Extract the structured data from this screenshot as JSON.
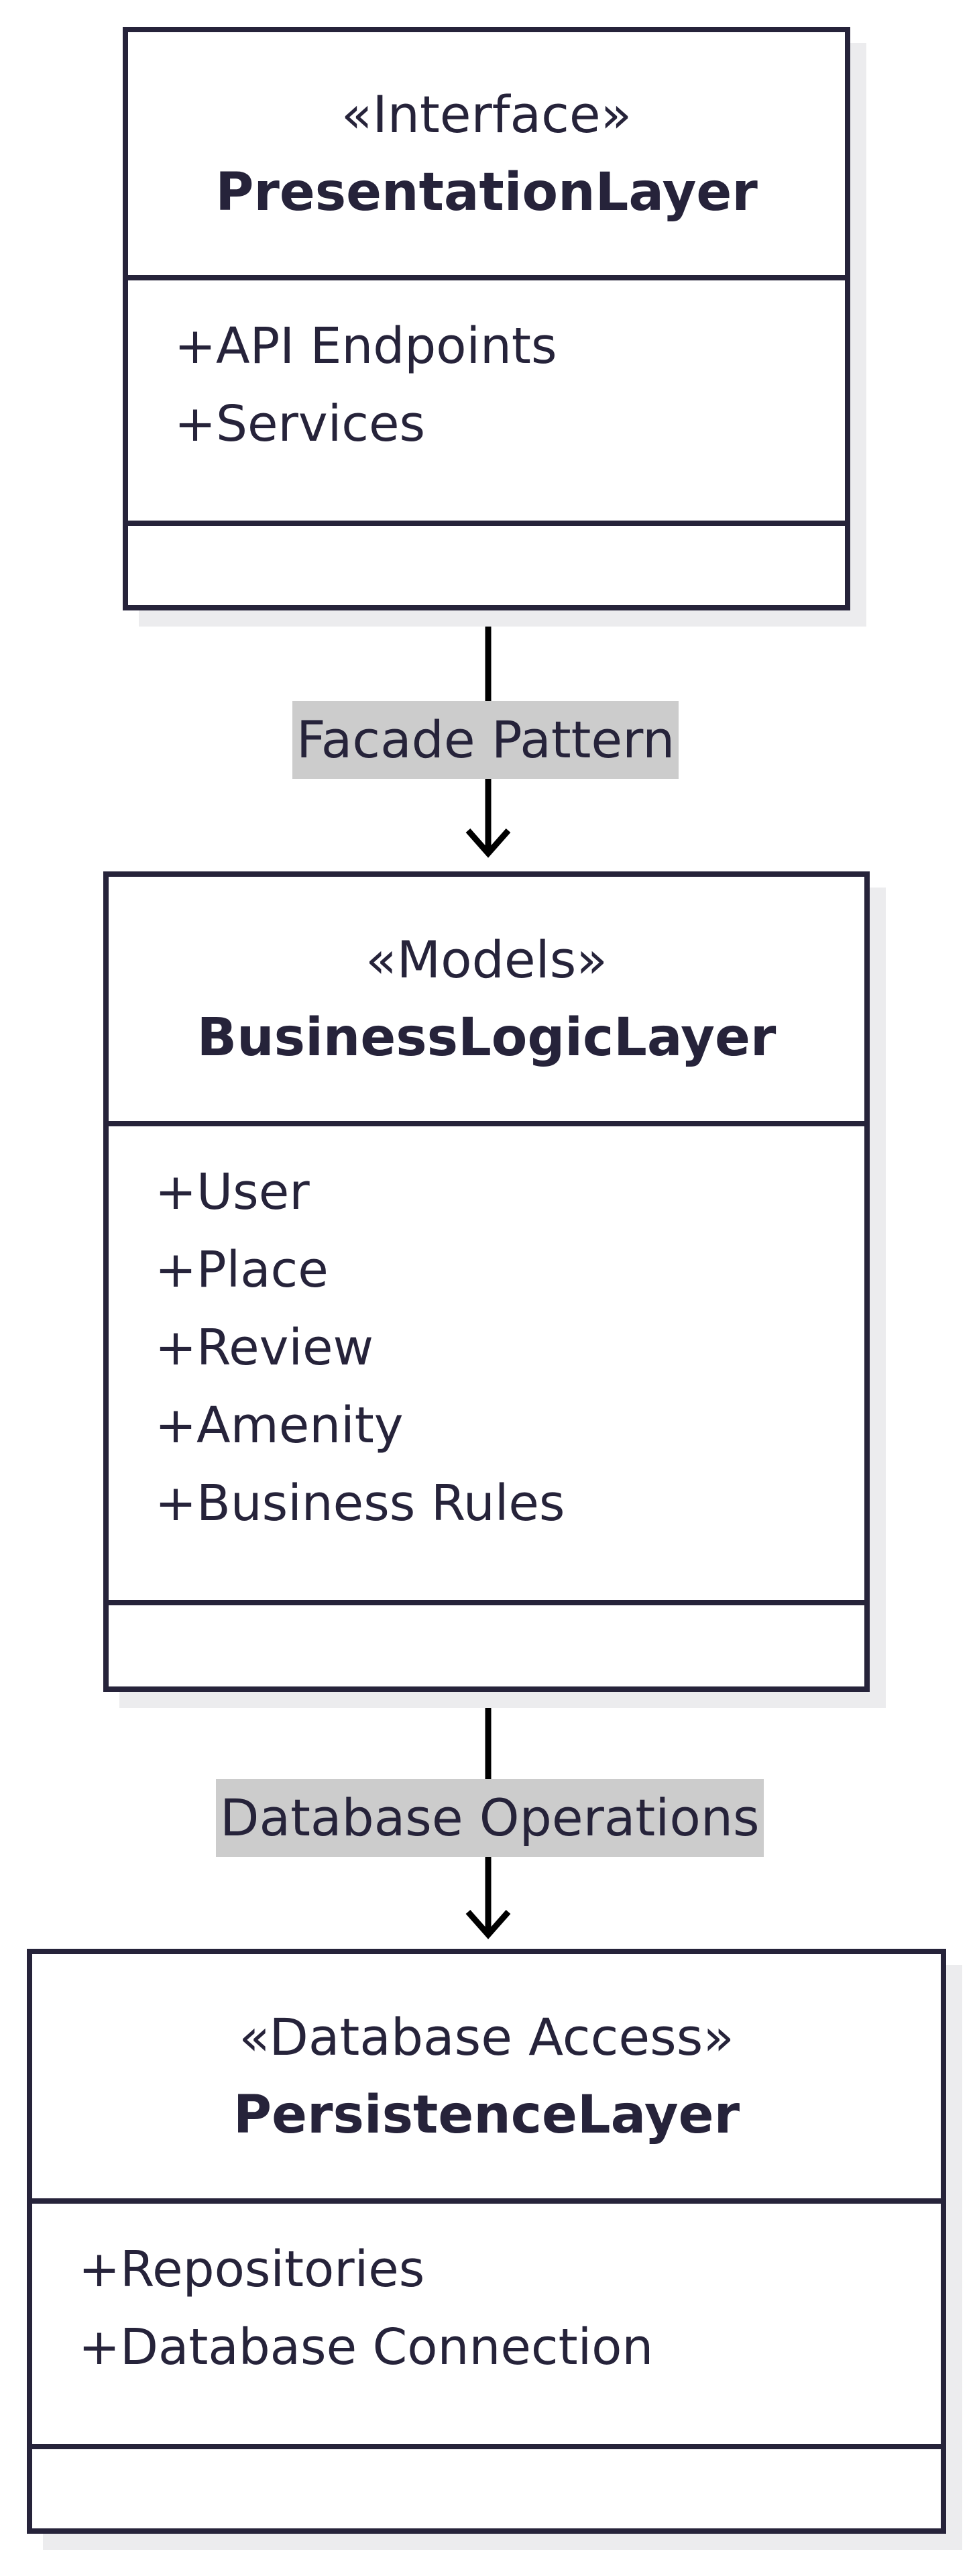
{
  "classes": [
    {
      "stereotype": "«Interface»",
      "name": "PresentationLayer",
      "attributes": [
        "+API Endpoints",
        "+Services"
      ]
    },
    {
      "stereotype": "«Models»",
      "name": "BusinessLogicLayer",
      "attributes": [
        "+User",
        "+Place",
        "+Review",
        "+Amenity",
        "+Business Rules"
      ]
    },
    {
      "stereotype": "«Database Access»",
      "name": "PersistenceLayer",
      "attributes": [
        "+Repositories",
        "+Database Connection"
      ]
    }
  ],
  "edges": [
    {
      "from": "PresentationLayer",
      "to": "BusinessLogicLayer",
      "label": "Facade Pattern"
    },
    {
      "from": "BusinessLogicLayer",
      "to": "PersistenceLayer",
      "label": "Database Operations"
    }
  ]
}
